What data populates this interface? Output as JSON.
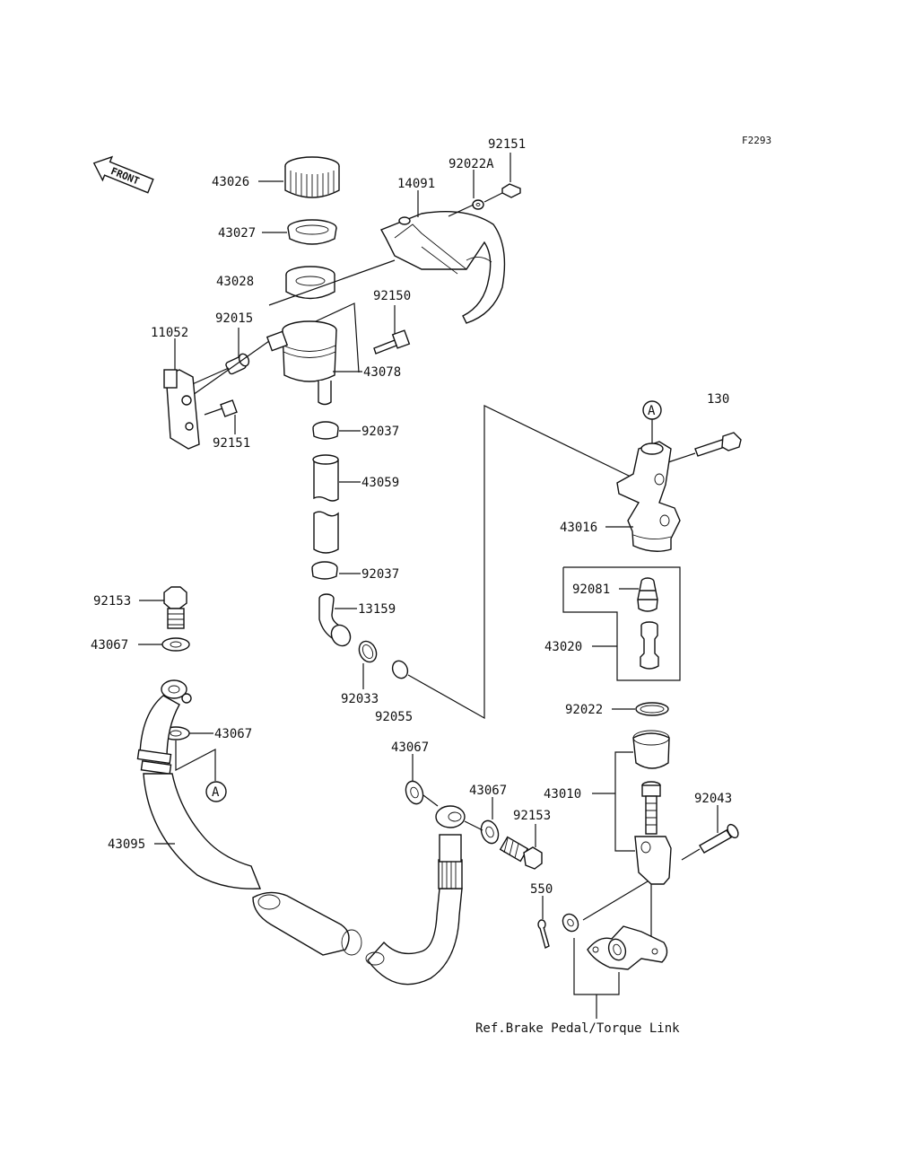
{
  "figure_code": "F2293",
  "front_label": "FRONT",
  "callout_marker": "A",
  "reference_note": "Ref.Brake Pedal/Torque Link",
  "parts": {
    "p43026": "43026",
    "p43027": "43027",
    "p43028": "43028",
    "p92015": "92015",
    "p11052": "11052",
    "p92151_top": "92151",
    "p92022A": "92022A",
    "p14091": "14091",
    "p92150": "92150",
    "p43078": "43078",
    "p92151_left": "92151",
    "p92037_top": "92037",
    "p43059": "43059",
    "p92037_bottom": "92037",
    "p13159": "13159",
    "p92033": "92033",
    "p92055": "92055",
    "p130": "130",
    "p43016": "43016",
    "p92081": "92081",
    "p43020": "43020",
    "p92022": "92022",
    "p43010": "43010",
    "p92043": "92043",
    "p92153_left": "92153",
    "p43067_a": "43067",
    "p43067_b": "43067",
    "p43067_c": "43067",
    "p43067_d": "43067",
    "p92153_right": "92153",
    "p550": "550",
    "p43095": "43095"
  }
}
